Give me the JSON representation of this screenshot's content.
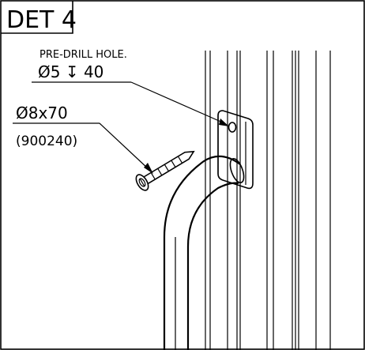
{
  "detail": {
    "title": "DET 4"
  },
  "annotations": {
    "predrill_label": "PRE-DRILL HOLE.",
    "predrill_spec": "Ø5 ↧ 40",
    "screw_spec": "Ø8x70",
    "screw_part_number": "(900240)"
  }
}
